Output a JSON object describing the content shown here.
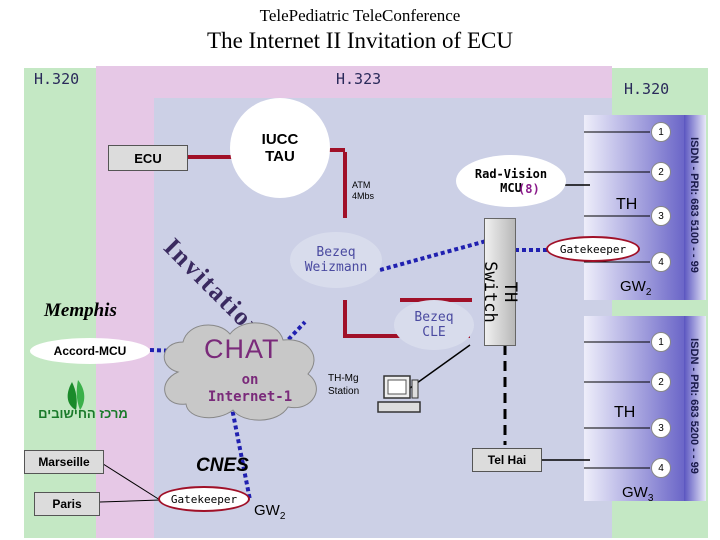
{
  "title": {
    "line1": "TelePediatric TeleConference",
    "line2": "The Internet II Invitation of ECU"
  },
  "zones": {
    "left_label": "H.320",
    "middle_label": "H.323",
    "right_label": "H.320"
  },
  "nodes": {
    "iucc": "IUCC\nTAU",
    "ecu": "ECU",
    "radvision": "Rad-Vision\nMCU",
    "radvision_count": "(8)",
    "atm": "ATM\n4Mbs",
    "bezeq_weizmann": "Bezeq\nWeizmann",
    "bezeq_cle": "Bezeq\nCLE",
    "th_switch": "TH Switch",
    "invitation": "Invitation",
    "memphis": "Memphis",
    "accord_mcu": "Accord-MCU",
    "chat": "CHAT",
    "chat_sub": "on\nInternet-1",
    "thmg_station": "TH-Mg\nStation",
    "marseille": "Marseille",
    "paris": "Paris",
    "cnes": "CNES",
    "gatekeeper_bottom": "Gatekeeper",
    "gw2_bottom": "GW",
    "gw2_bottom_sub": "2",
    "tel_hai": "Tel Hai",
    "logo_text": "מרכז החישובים"
  },
  "right_panel": {
    "upper": {
      "th": "TH",
      "gatekeeper": "Gatekeeper",
      "gw": "GW",
      "gw_sub": "2",
      "ports": [
        "1",
        "2",
        "3",
        "4"
      ],
      "isdn": "ISDN - PRI: 683 5100 - - 99"
    },
    "lower": {
      "th": "TH",
      "gw": "GW",
      "gw_sub": "3",
      "ports": [
        "1",
        "2",
        "3",
        "4"
      ],
      "isdn": "ISDN - PRI: 683 5200 - - 99"
    }
  },
  "colors": {
    "green_zone": "#c4e8c4",
    "pink_zone": "#e6c8e6",
    "link_red": "#a01028",
    "link_blue": "#2020b0",
    "panel_grad_from": "#6b66c8",
    "panel_grad_to": "#eeeefa"
  }
}
